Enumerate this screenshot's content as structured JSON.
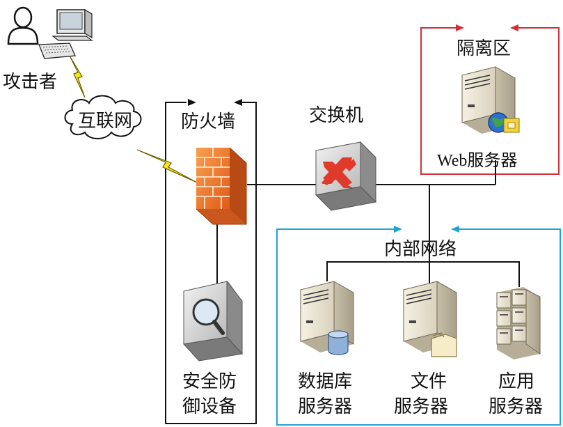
{
  "labels": {
    "attacker": "攻击者",
    "internet": "互联网",
    "firewall": "防火墙",
    "switch": "交换机",
    "dmz": "隔离区",
    "web_server": "Web服务器",
    "internal_network": "内部网络",
    "ids_line1": "安全防",
    "ids_line2": "御设备",
    "db_line1": "数据库",
    "db_line2": "服务器",
    "file_line1": "文件",
    "file_line2": "服务器",
    "app_line1": "应用",
    "app_line2": "服务器"
  },
  "colors": {
    "dmz_border": "#d32f3a",
    "internal_border": "#1fa3d6",
    "firewall": "#f07a2a",
    "lightning": "#f7e51a"
  }
}
